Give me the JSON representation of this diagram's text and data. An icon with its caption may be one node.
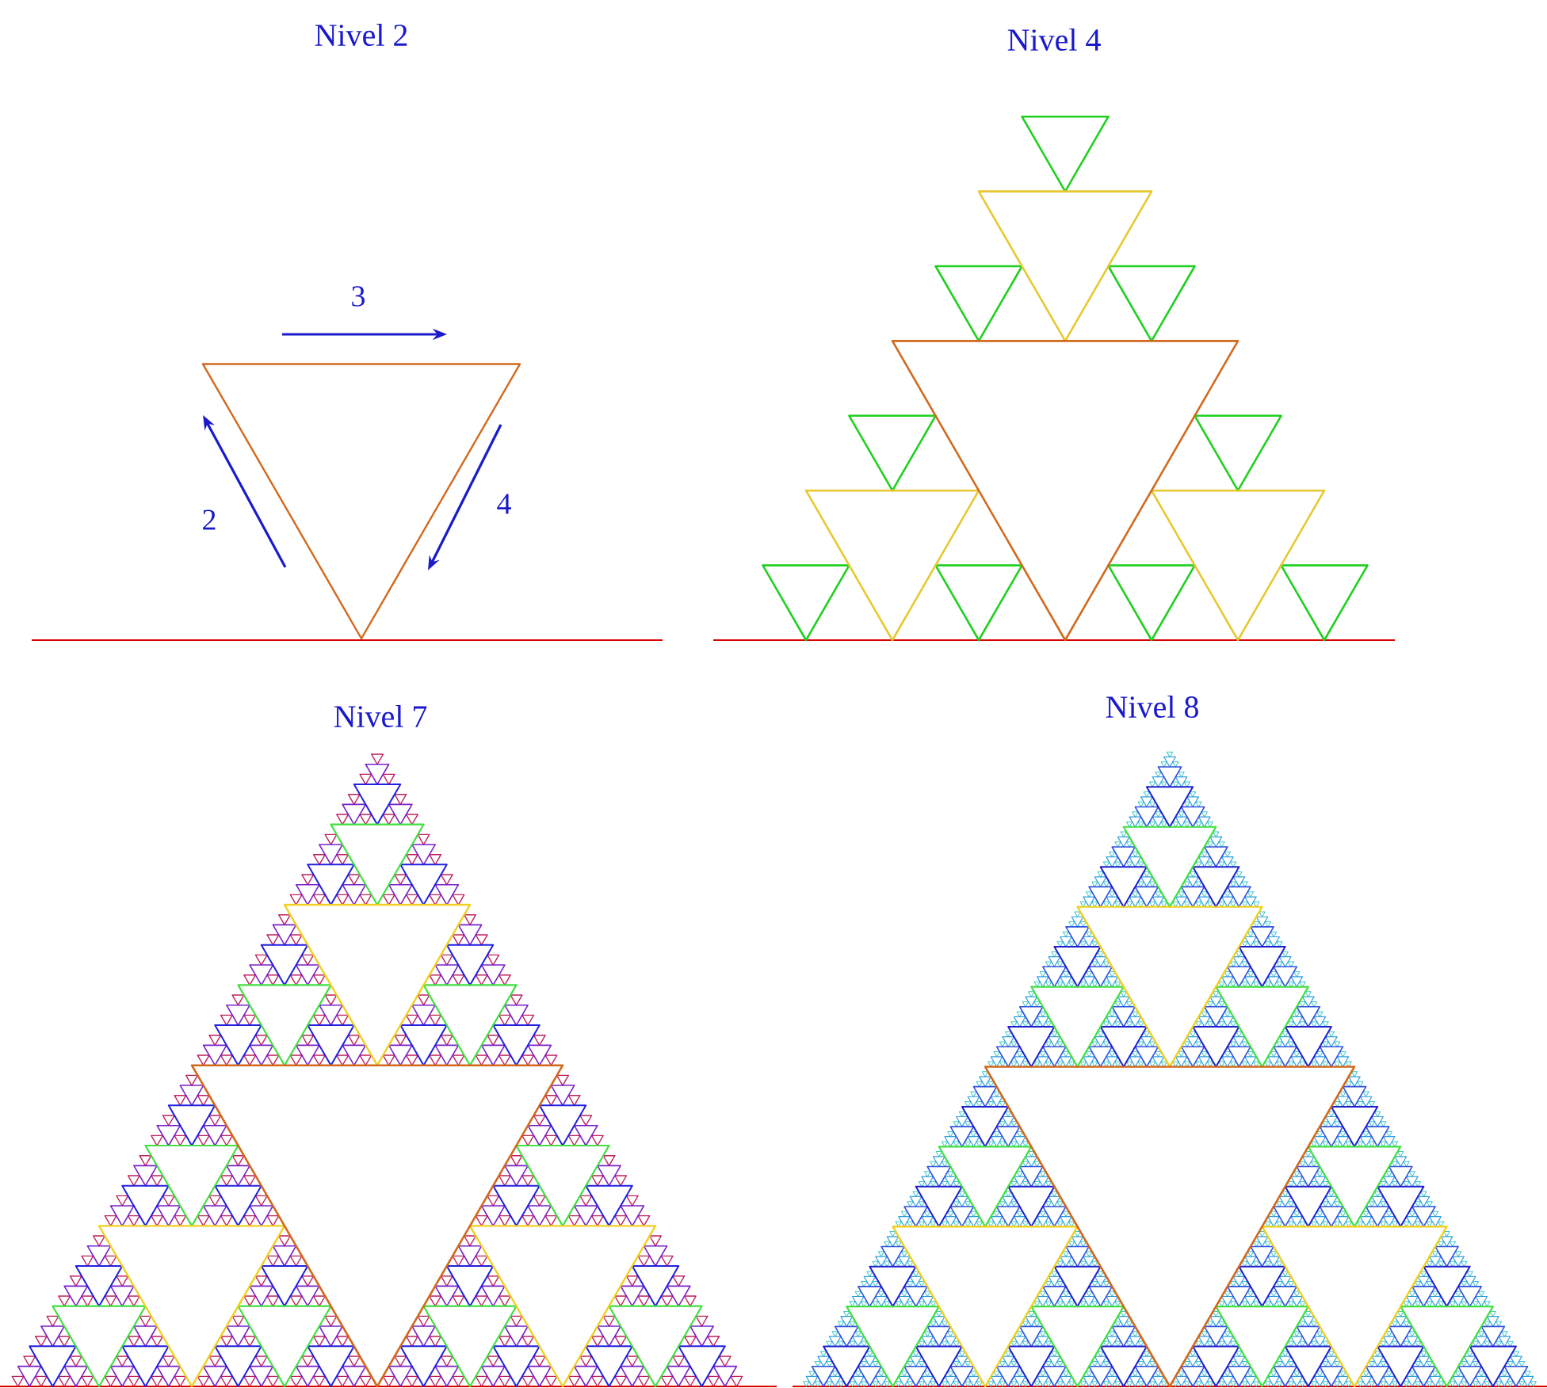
{
  "diagram": {
    "labels": [
      "Nivel 2",
      "Nivel 4",
      "3",
      "2",
      "4",
      "Nivel 7",
      "Nivel 8"
    ]
  }
}
